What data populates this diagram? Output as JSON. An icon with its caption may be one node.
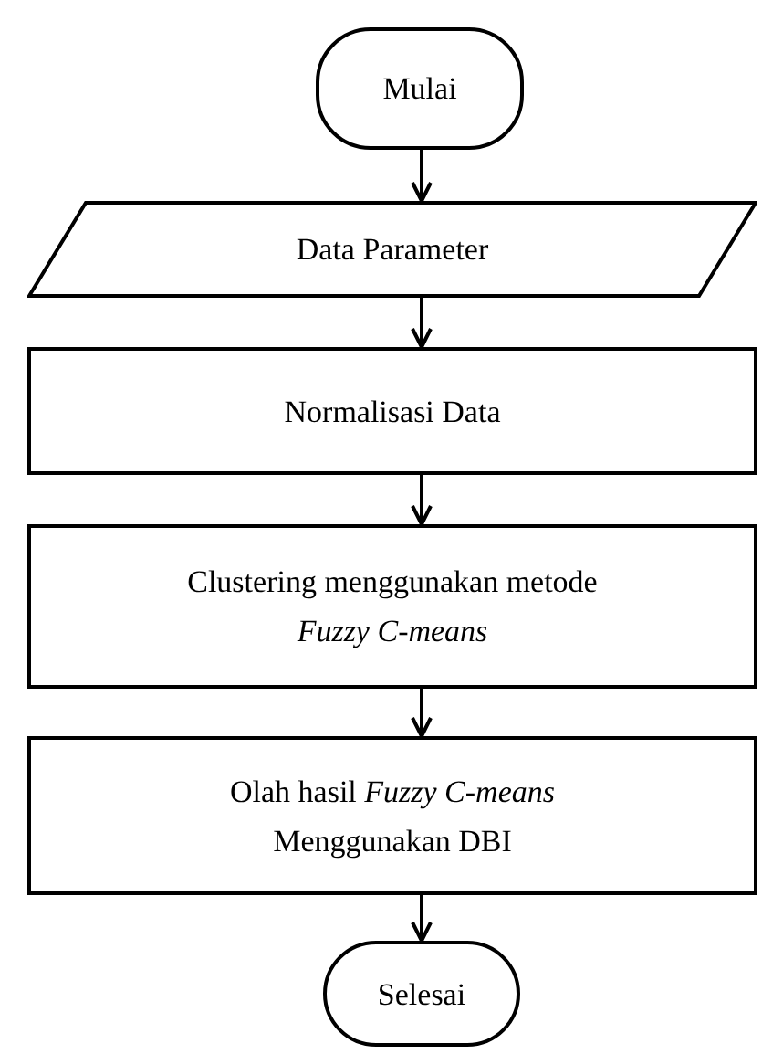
{
  "diagram": {
    "nodes": [
      {
        "text": [
          "Mulai"
        ]
      },
      {
        "text": [
          "Data Parameter"
        ]
      },
      {
        "text": [
          "Normalisasi Data"
        ]
      },
      {
        "text": [
          "Clustering menggunakan metode *Fuzzy C-means*"
        ]
      },
      {
        "text": [
          "Olah hasil *Fuzzy C-means* Menggunakan DBI"
        ]
      },
      {
        "text": [
          "Selesai"
        ]
      }
    ],
    "edges": [
      {
        "from": 0,
        "to": 1,
        "arrow": "to"
      },
      {
        "from": 1,
        "to": 2,
        "arrow": "to"
      },
      {
        "from": 2,
        "to": 3,
        "arrow": "to"
      },
      {
        "from": 3,
        "to": 4,
        "arrow": "to"
      },
      {
        "from": 4,
        "to": 5,
        "arrow": "to"
      }
    ]
  }
}
